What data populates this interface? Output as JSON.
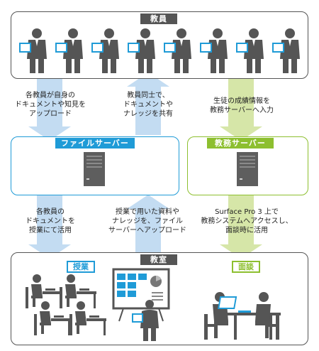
{
  "teachers_box": {
    "title": "教員",
    "tag_color": "#555555"
  },
  "file_server": {
    "title": "ファイルサーバー",
    "color": "#1f9bd7"
  },
  "school_server": {
    "title": "教務サーバー",
    "color": "#8dbf2f"
  },
  "classroom": {
    "title": "教室",
    "tag_color": "#555555"
  },
  "class_area": {
    "label": "授業",
    "color": "#1f9bd7"
  },
  "interview_area": {
    "label": "面談",
    "color": "#8dbf2f"
  },
  "flows": {
    "upload": [
      "各教員が自身の",
      "ドキュメントや知見を",
      "アップロード"
    ],
    "share": [
      "教員同士で、",
      "ドキュメントや",
      "ナレッジを共有"
    ],
    "grades": [
      "生徒の成績情報を",
      "教務サーバーへ入力"
    ],
    "use_in_class": [
      "各教員の",
      "ドキュメントを",
      "授業にて活用"
    ],
    "upload_materials": [
      "授業で用いた資料や",
      "ナレッジを、ファイル",
      "サーバーへアップロード"
    ],
    "surface": [
      "Surface Pro 3 上で",
      "教務システムへアクセスし、",
      "面談時に活用"
    ]
  },
  "colors": {
    "arrow_blue": "#c3dcf2",
    "arrow_green": "#d6e6a8",
    "figure": "#555555"
  }
}
